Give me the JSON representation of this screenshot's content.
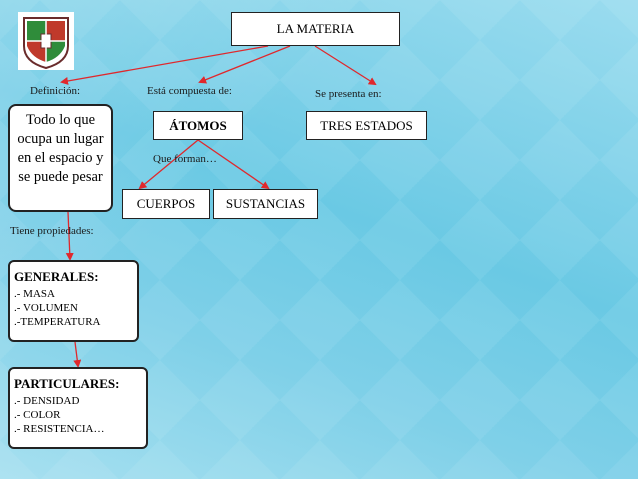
{
  "nodes": {
    "root": "LA MATERIA",
    "definition": "Todo lo que ocupa un lugar en el espacio y se puede pesar",
    "atoms": "ÁTOMOS",
    "states": "TRES ESTADOS",
    "bodies": "CUERPOS",
    "substances": "SUSTANCIAS",
    "general_title": "GENERALES:",
    "general_items": [
      ".- MASA",
      ".- VOLUMEN",
      ".-TEMPERATURA"
    ],
    "particular_title": "PARTICULARES:",
    "particular_items": [
      ".- DENSIDAD",
      ".- COLOR",
      ".- RESISTENCIA…"
    ]
  },
  "labels": {
    "definition": "Definición:",
    "composed": "Está compuesta de:",
    "presents": "Se presenta en:",
    "form": "Que forman…",
    "properties": "Tiene propiedades:"
  },
  "colors": {
    "arrow": "#e0282c",
    "background": "#7fd3ea"
  },
  "icons": {
    "logo": "shield-crest-logo"
  }
}
